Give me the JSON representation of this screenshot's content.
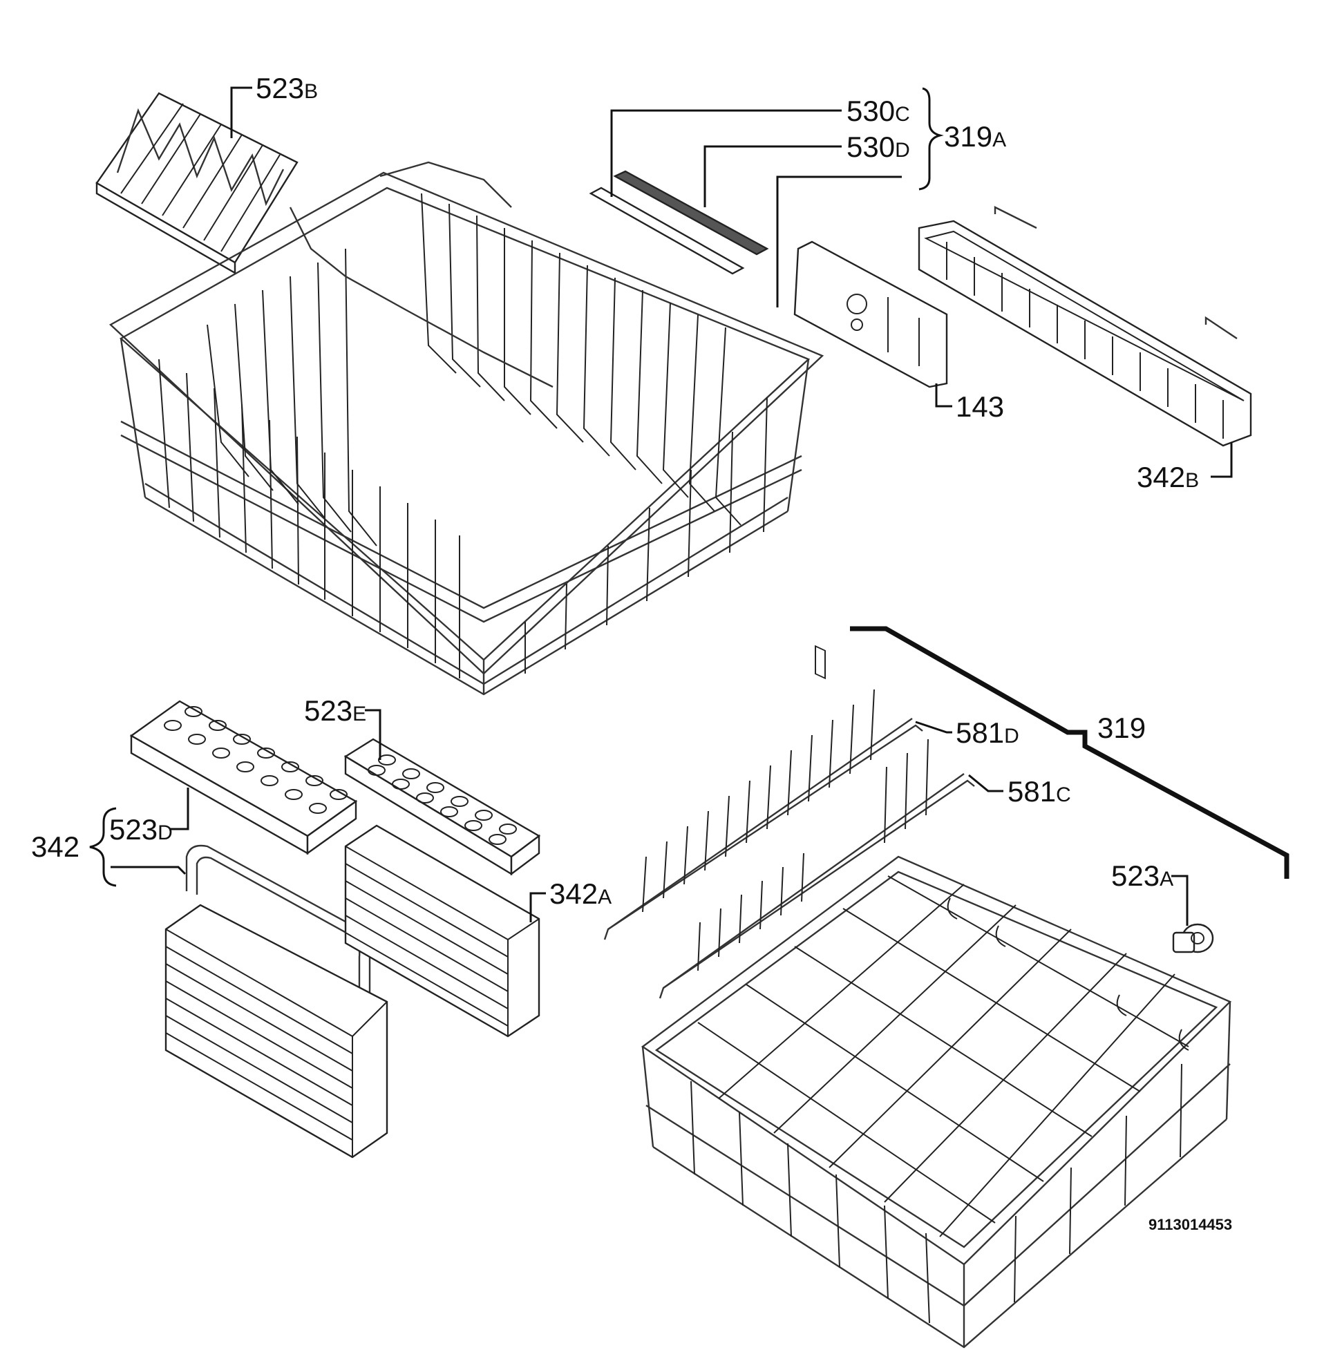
{
  "labels": {
    "l523b": {
      "main": "523",
      "suffix": "B"
    },
    "l530c": {
      "main": "530",
      "suffix": "C"
    },
    "l530d": {
      "main": "530",
      "suffix": "D"
    },
    "l319a": {
      "main": "319",
      "suffix": "A"
    },
    "l143": {
      "main": "143",
      "suffix": ""
    },
    "l342b": {
      "main": "342",
      "suffix": "B"
    },
    "l523e": {
      "main": "523",
      "suffix": "E"
    },
    "l581d": {
      "main": "581",
      "suffix": "D"
    },
    "l319": {
      "main": "319",
      "suffix": ""
    },
    "l581c": {
      "main": "581",
      "suffix": "C"
    },
    "l523d": {
      "main": "523",
      "suffix": "D"
    },
    "l342": {
      "main": "342",
      "suffix": ""
    },
    "l342a": {
      "main": "342",
      "suffix": "A"
    },
    "l523a": {
      "main": "523",
      "suffix": "A"
    }
  },
  "doc_id": "9113014453"
}
